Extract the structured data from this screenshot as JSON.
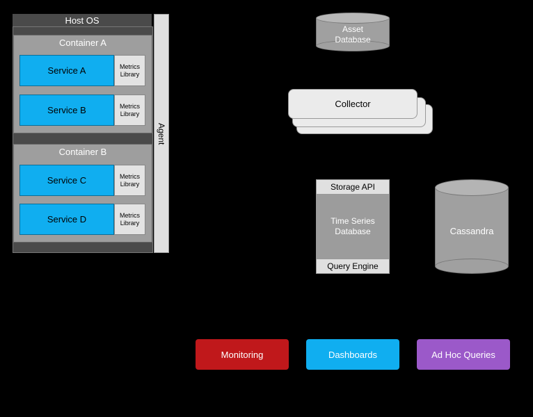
{
  "host": {
    "title": "Host OS",
    "agent": "Agent"
  },
  "containers": [
    {
      "title": "Container A",
      "services": [
        {
          "name": "Service A",
          "lib": "Metrics\nLibrary"
        },
        {
          "name": "Service B",
          "lib": "Metrics\nLibrary"
        }
      ]
    },
    {
      "title": "Container B",
      "services": [
        {
          "name": "Service C",
          "lib": "Metrics\nLibrary"
        },
        {
          "name": "Service D",
          "lib": "Metrics\nLibrary"
        }
      ]
    }
  ],
  "asset_db": "Asset\nDatabase",
  "collector": "Collector",
  "storage": {
    "api": "Storage API",
    "tsdb": "Time Series\nDatabase",
    "query": "Query Engine"
  },
  "cassandra": "Cassandra",
  "outputs": [
    {
      "label": "Monitoring",
      "color": "#c0181b"
    },
    {
      "label": "Dashboards",
      "color": "#10aef0"
    },
    {
      "label": "Ad Hoc Queries",
      "color": "#9b59c9"
    }
  ],
  "colors": {
    "service": "#10aef0",
    "container": "#9e9e9e",
    "host": "#4a4a4a",
    "background": "#000000"
  }
}
